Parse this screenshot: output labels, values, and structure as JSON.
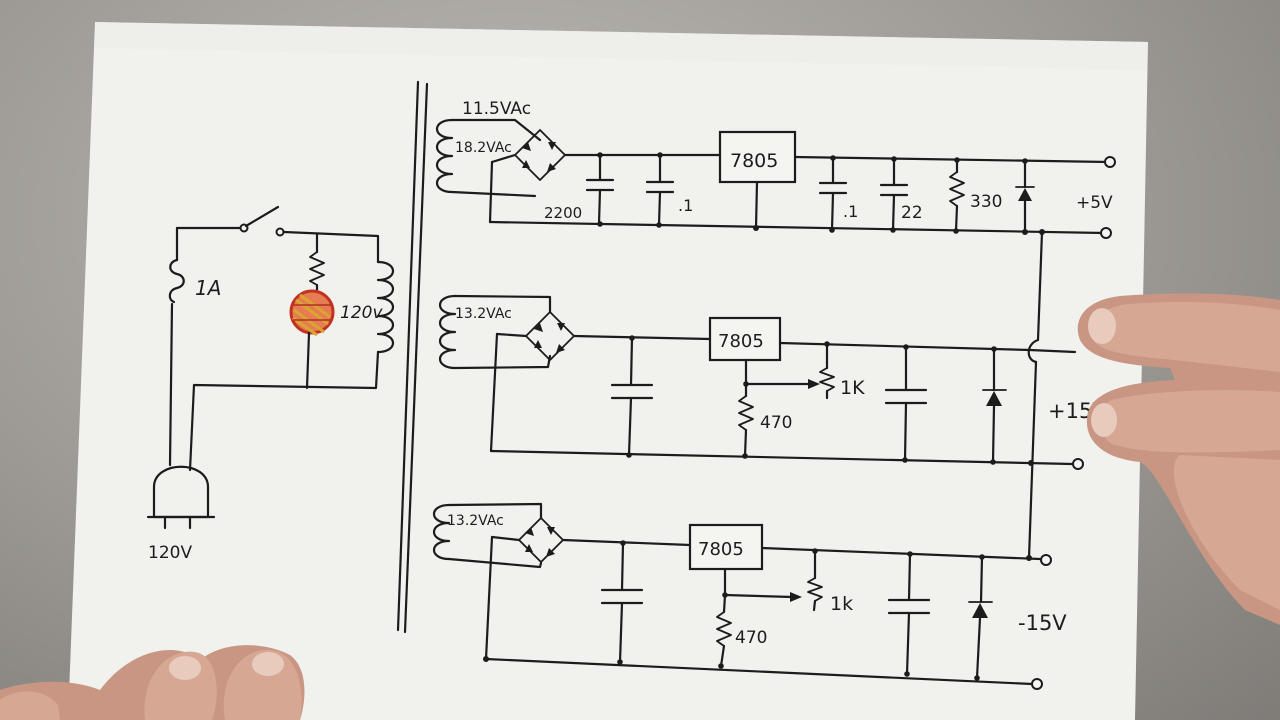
{
  "schematic": {
    "primary": {
      "fuse_label": "1A",
      "lamp_label": "120v",
      "plug_label": "120V"
    },
    "rail_5v": {
      "secondary_label": "11.5VAc",
      "winding_label": "18.2VAc",
      "cap_main_label": "2200",
      "cap_in_label": ".1",
      "regulator_label": "7805",
      "cap_out1_label": ".1",
      "cap_out2_label": "22",
      "resistor_label": "330",
      "output_label": "+5V"
    },
    "rail_15v": {
      "winding_label": "13.2VAc",
      "regulator_label": "7805",
      "pot_label": "1K",
      "resistor_label": "470",
      "output_label": "+15V"
    },
    "rail_neg15v": {
      "winding_label": "13.2VAc",
      "regulator_label": "7805",
      "pot_label": "1k",
      "resistor_label": "470",
      "output_label": "-15V"
    }
  }
}
